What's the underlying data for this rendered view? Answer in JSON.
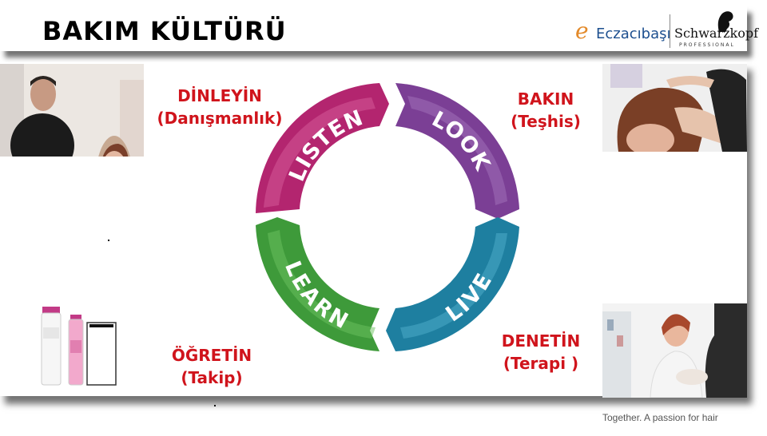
{
  "header": {
    "title": "BAKIM KÜLTÜRÜ"
  },
  "logos": {
    "eczacibasi": "Eczacıbaşı",
    "schwarzkopf": "Schwarzkopf",
    "professional": "PROFESSIONAL"
  },
  "cycle": {
    "segments": [
      {
        "word": "LISTEN",
        "color": "#b3256f"
      },
      {
        "word": "LOOK",
        "color": "#7b3f95"
      },
      {
        "word": "LIVE",
        "color": "#1e7fa0"
      },
      {
        "word": "LEARN",
        "color": "#3e9a3a"
      }
    ]
  },
  "labels": {
    "top_left": {
      "line1": "DİNLEYİN",
      "line2": "(Danışmanlık)"
    },
    "top_right": {
      "line1": "BAKIN",
      "line2": "(Teşhis)"
    },
    "bottom_right": {
      "line1": "DENETİN",
      "line2": "(Terapi )"
    },
    "bottom_left": {
      "line1": "ÖĞRETİN",
      "line2": "(Takip)"
    }
  },
  "footer": {
    "tagline": "Together. A passion for hair"
  }
}
